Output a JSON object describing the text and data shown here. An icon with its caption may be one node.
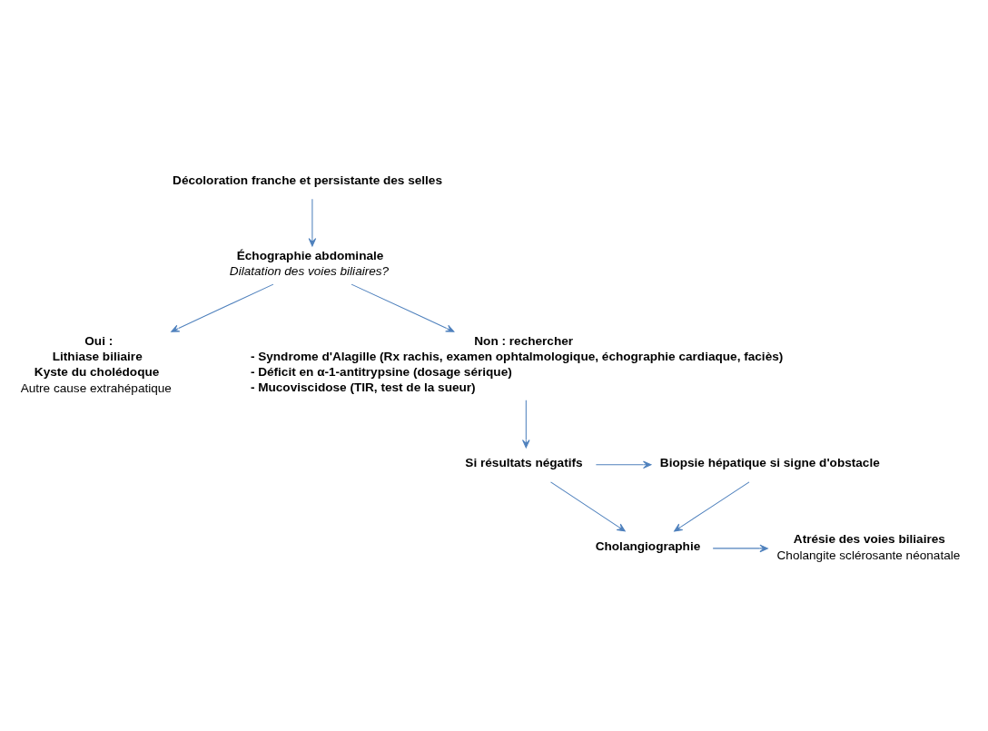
{
  "diagram": {
    "nodes": [
      {
        "text": [
          "Décoloration franche et persistante des selles"
        ]
      },
      {
        "text": [
          "Échographie abdominale",
          "Dilatation des voies biliaires?"
        ]
      },
      {
        "text": [
          "Oui :",
          "Lithiase biliaire",
          "Kyste du cholédoque",
          "Autre cause extrahépatique"
        ]
      },
      {
        "text": [
          "Non : rechercher",
          "- Syndrome d'Alagille (Rx rachis, examen ophtalmologique, échographie cardiaque, faciès)",
          "- Déficit en α-1-antitrypsine (dosage sérique)",
          "- Mucoviscidose (TIR, test de la sueur)"
        ]
      },
      {
        "text": [
          "Si résultats négatifs"
        ]
      },
      {
        "text": [
          "Biopsie hépatique si signe d'obstacle"
        ]
      },
      {
        "text": [
          "Cholangiographie"
        ]
      },
      {
        "text": [
          "Atrésie des voies biliaires",
          "Cholangite sclérosante néonatale"
        ]
      }
    ],
    "edges": [
      {
        "from": 0,
        "to": 1,
        "arrow": "to"
      },
      {
        "from": 1,
        "to": 2,
        "arrow": "to"
      },
      {
        "from": 1,
        "to": 3,
        "arrow": "to"
      },
      {
        "from": 3,
        "to": 4,
        "arrow": "to"
      },
      {
        "from": 4,
        "to": 5,
        "arrow": "to"
      },
      {
        "from": 4,
        "to": 6,
        "arrow": "to"
      },
      {
        "from": 5,
        "to": 6,
        "arrow": "to"
      },
      {
        "from": 6,
        "to": 7,
        "arrow": "to"
      }
    ]
  }
}
